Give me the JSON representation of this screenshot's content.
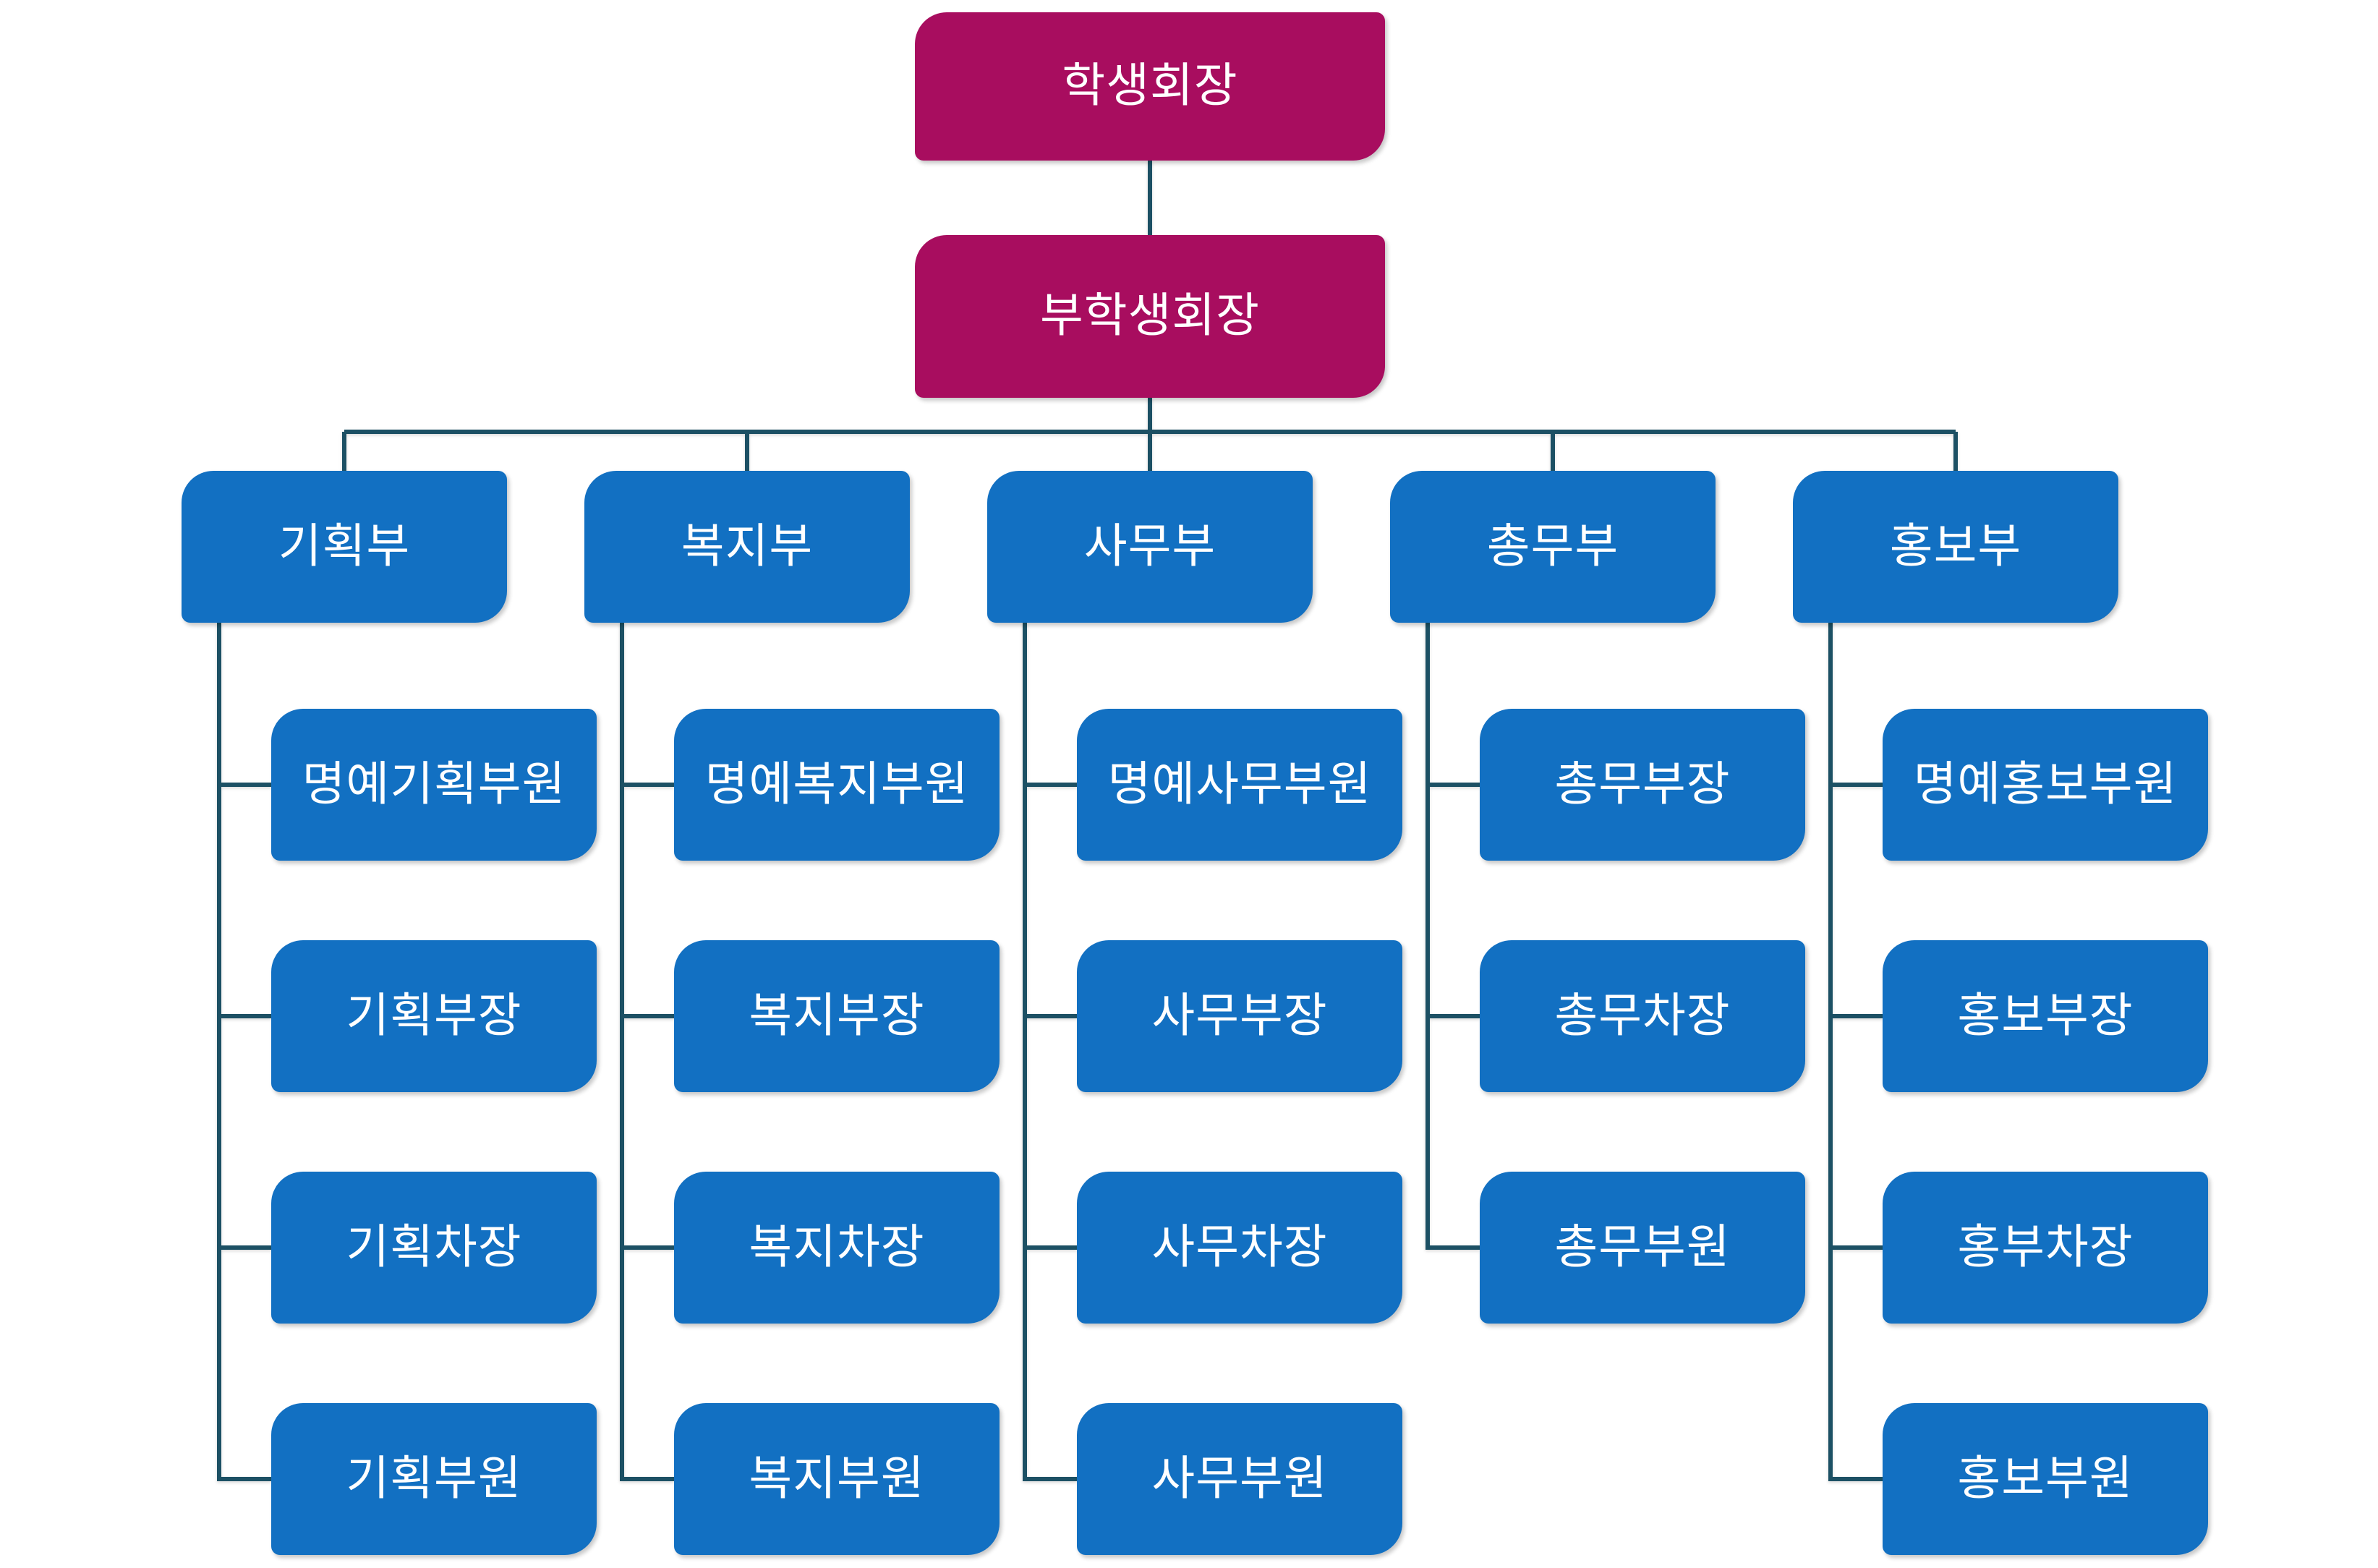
{
  "colors": {
    "background": "#FFFFFF",
    "primary_magenta": "#A80D5F",
    "primary_blue": "#1270C2",
    "connector": "#1C5064",
    "label_text": "#FFFFFF"
  },
  "org_chart": {
    "root": {
      "label": "학생회장"
    },
    "vice": {
      "label": "부학생회장"
    },
    "departments": [
      {
        "label": "기획부",
        "children": [
          "명예기획부원",
          "기획부장",
          "기획차장",
          "기획부원"
        ]
      },
      {
        "label": "복지부",
        "children": [
          "명예복지부원",
          "복지부장",
          "복지차장",
          "복지부원"
        ]
      },
      {
        "label": "사무부",
        "children": [
          "명예사무부원",
          "사무부장",
          "사무차장",
          "사무부원"
        ]
      },
      {
        "label": "총무부",
        "children": [
          "총무부장",
          "총무차장",
          "총무부원"
        ]
      },
      {
        "label": "홍보부",
        "children": [
          "명예홍보부원",
          "홍보부장",
          "홍부차장",
          "홍보부원"
        ]
      }
    ]
  }
}
